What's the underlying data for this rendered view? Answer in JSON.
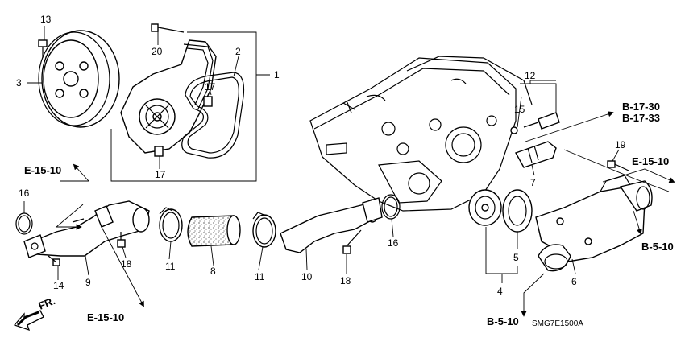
{
  "diagram_code": "SMG7E1500A",
  "front_marker": "FR.",
  "part_numbers": {
    "p1": "1",
    "p2": "2",
    "p3": "3",
    "p4": "4",
    "p5": "5",
    "p6": "6",
    "p7": "7",
    "p8": "8",
    "p9": "9",
    "p10": "10",
    "p11a": "11",
    "p11b": "11",
    "p12": "12",
    "p13": "13",
    "p14": "14",
    "p15": "15",
    "p16a": "16",
    "p16b": "16",
    "p17a": "17",
    "p17b": "17",
    "p18a": "18",
    "p18b": "18",
    "p19": "19",
    "p20": "20"
  },
  "references": {
    "e1510_top_left": "E-15-10",
    "e1510_bottom_left": "E-15-10",
    "b1730": "B-17-30",
    "b1733": "B-17-33",
    "e1510_right": "E-15-10",
    "b510_right": "B-5-10",
    "b510_bottom": "B-5-10"
  }
}
